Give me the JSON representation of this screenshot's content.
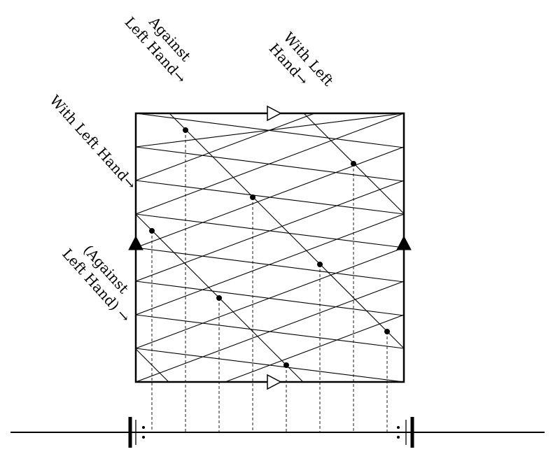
{
  "labels": {
    "against_left_top": [
      "Against",
      "Left Hand→"
    ],
    "with_left_top": [
      "With Left",
      "Hand→"
    ],
    "with_left_side": [
      "With Left Hand→"
    ],
    "against_left_side": [
      "(Against",
      "Left Hand) →"
    ]
  },
  "colors": {
    "ink": "#000000",
    "background": "#ffffff"
  },
  "icons": {
    "top_edge_arrow": "hollow-right-triangle",
    "bottom_edge_arrow": "hollow-right-triangle",
    "left_edge_arrow": "solid-up-triangle",
    "right_edge_arrow": "solid-up-triangle",
    "points": "filled-circle",
    "repeat_signs": "repeat-barline"
  }
}
